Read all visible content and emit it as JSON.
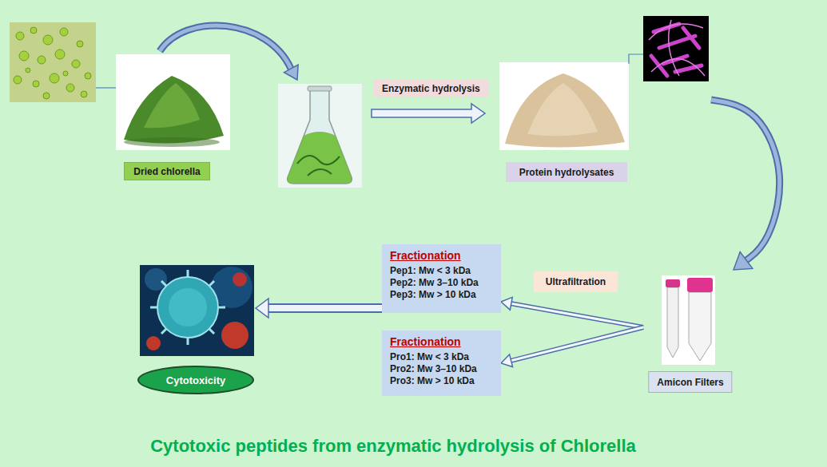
{
  "diagram": {
    "title": "Cytotoxic peptides from enzymatic hydrolysis of Chlorella",
    "nodes": [
      {
        "text": [
          "Dried chlorella"
        ]
      },
      {
        "text": [
          "Enzymatic hydrolysis"
        ]
      },
      {
        "text": [
          "Protein hydrolysates"
        ]
      },
      {
        "text": [
          "Fractionation",
          "Pep1: Mw < 3 kDa",
          "Pep2: Mw 3–10 kDa",
          "Pep3: Mw > 10 kDa"
        ]
      },
      {
        "text": [
          "Ultrafiltration"
        ]
      },
      {
        "text": [
          "Fractionation",
          "Pro1: Mw < 3 kDa",
          "Pro2: Mw 3–10 kDa",
          "Pro3: Mw > 10 kDa"
        ]
      },
      {
        "text": [
          "Cytotoxicity"
        ]
      },
      {
        "text": [
          "Amicon Filters"
        ]
      }
    ],
    "edges": [
      {
        "from": 2,
        "to": 7,
        "arrow": "to"
      },
      {
        "from": 7,
        "to": 3,
        "arrow": "to"
      },
      {
        "from": 7,
        "to": 5,
        "arrow": "to"
      },
      {
        "from": 3,
        "to": 6,
        "arrow": "to"
      }
    ]
  }
}
